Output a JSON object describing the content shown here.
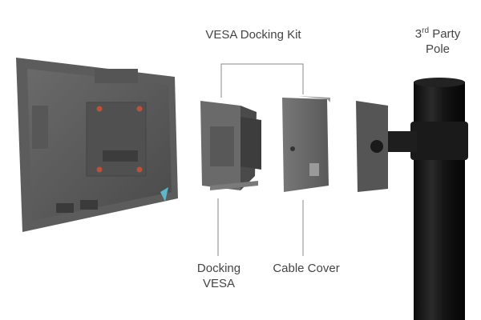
{
  "labels": {
    "kit_title": "VESA Docking Kit",
    "pole_sup": "rd",
    "pole_line1_prefix": "3",
    "pole_line1_suffix": " Party",
    "pole_line2": "Pole",
    "docking_line1": "Docking",
    "docking_line2": "VESA",
    "cable_cover": "Cable Cover"
  }
}
